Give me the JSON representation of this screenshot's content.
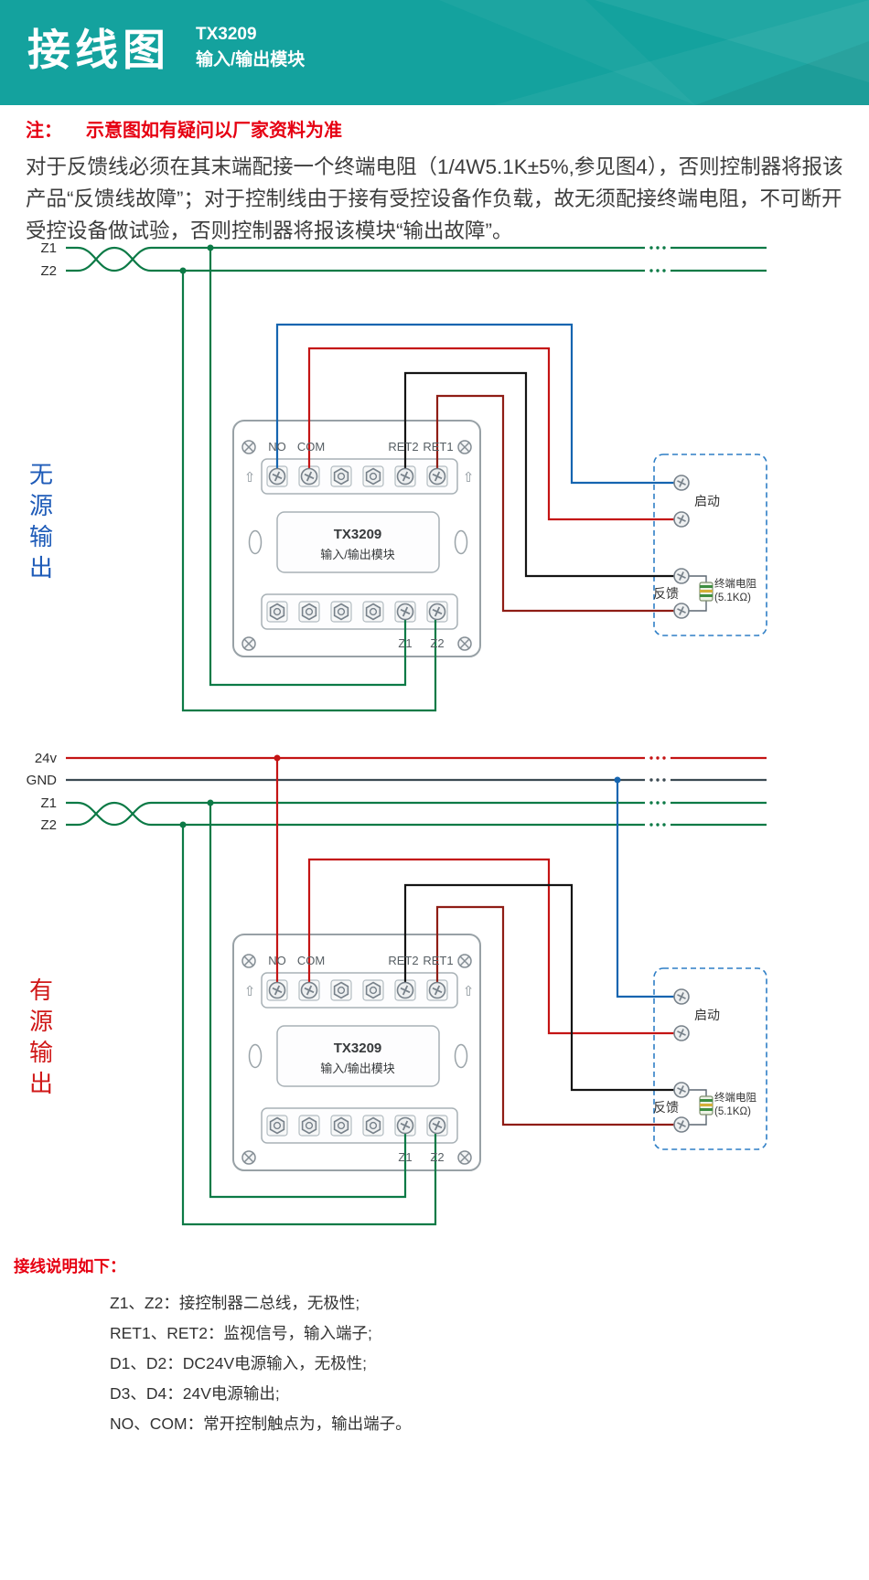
{
  "header": {
    "title": "接线图",
    "model": "TX3209",
    "subtitle": "输入/输出模块"
  },
  "note": {
    "label": "注：",
    "warning": "示意图如有疑问以厂家资料为准",
    "body": "对于反馈线必须在其末端配接一个终端电阻（1/4W5.1K±5%,参见图4），否则控制器将报该产品“反馈线故障”；对于控制线由于接有受控设备作负载，故无须配接终端电阻，不可断开受控设备做试验，否则控制器将报该模块“输出故障”。"
  },
  "passive_section": {
    "side_label": "无源输出",
    "bus": {
      "z1": "Z1",
      "z2": "Z2"
    }
  },
  "active_section": {
    "side_label": "有源输出",
    "bus": {
      "v24": "24v",
      "gnd": "GND",
      "z1": "Z1",
      "z2": "Z2"
    }
  },
  "module": {
    "no": "NO",
    "com": "COM",
    "ret2": "RET2",
    "ret1": "RET1",
    "model": "TX3209",
    "type": "输入/输出模块",
    "z1": "Z1",
    "z2": "Z2"
  },
  "device": {
    "start": "启动",
    "feedback": "反馈",
    "resistor": "终端电阻",
    "resistor_value": "(5.1KΩ)"
  },
  "legend": {
    "title": "接线说明如下：",
    "items": [
      "Z1、Z2：接控制器二总线，无极性;",
      "RET1、RET2：监视信号，输入端子;",
      "D1、D2：DC24V电源输入，无极性;",
      "D3、D4：24V电源输出;",
      "NO、COM：常开控制触点为，输出端子。"
    ]
  },
  "icons": {
    "up_arrow": "⇧"
  },
  "colors": {
    "header_teal": "#14a29e",
    "accent_red": "#e60012",
    "wire_green": "#0c7a46",
    "wire_red": "#c41414",
    "wire_dark_red": "#8f1d15",
    "wire_blue": "#1565b0",
    "wire_black": "#141414",
    "wire_gnd": "#3b4a52",
    "device_box_blue": "#2f7fc6",
    "passive_label_blue": "#1e5bb8",
    "active_label_red": "#d01818"
  }
}
